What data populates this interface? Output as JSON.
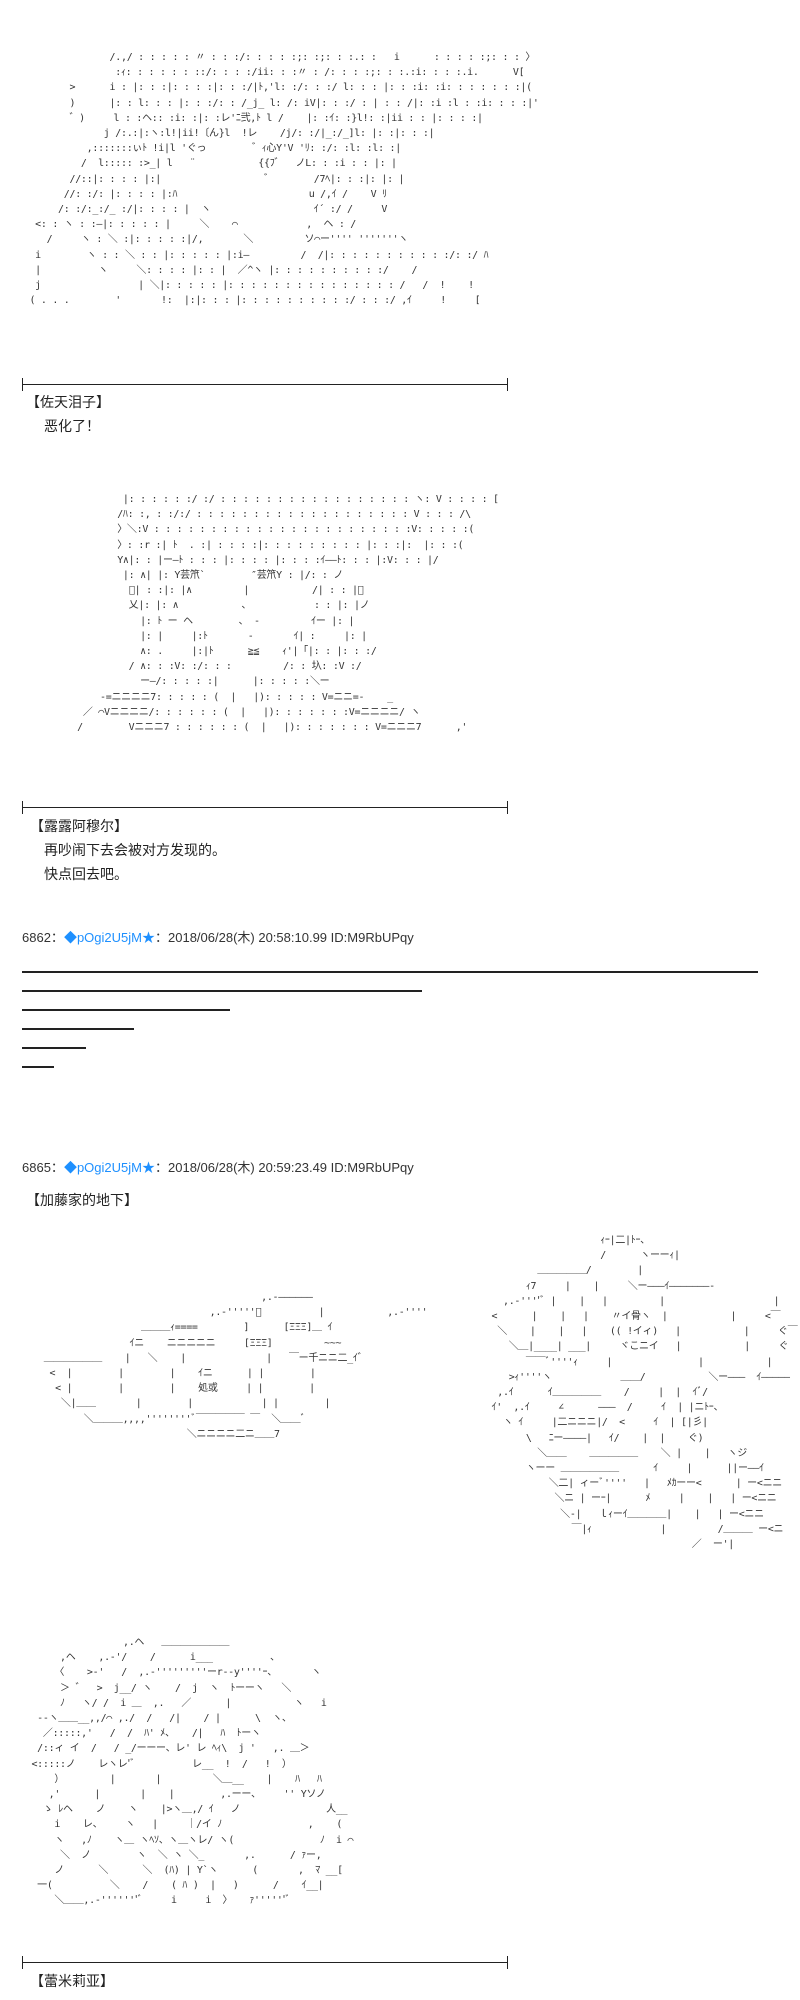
{
  "colors": {
    "text": "#222222",
    "trip": "#1e90ff",
    "background": "#ffffff"
  },
  "scene1": {
    "speaker": "【佐天泪子】",
    "lines": [
      "恶化了！"
    ]
  },
  "scene2": {
    "speaker": "【露露阿穆尔】",
    "lines": [
      "再吵闹下去会被对方发现的。",
      "快点回去吧。"
    ]
  },
  "post6862": {
    "number": "6862",
    "sep": "：",
    "trip_icon": "◆",
    "trip": "pOgi2U5jM",
    "star": "★",
    "sep2": "：",
    "date": "2018/06/28(木) 20:58:10.99",
    "id": "ID:M9RbUPqy"
  },
  "post6865": {
    "number": "6865",
    "sep": "：",
    "trip_icon": "◆",
    "trip": "pOgi2U5jM",
    "star": "★",
    "sep2": "：",
    "date": "2018/06/28(木) 20:59:23.49",
    "id": "ID:M9RbUPqy",
    "location": "【加藤家的地下】"
  },
  "scene3": {
    "speaker": "【蕾米莉亚】"
  },
  "aa_text": {
    "speech_bubble": "〃イ骨ヽ\n(( !イィ)\n ヾこニイ",
    "sign": "処或"
  }
}
